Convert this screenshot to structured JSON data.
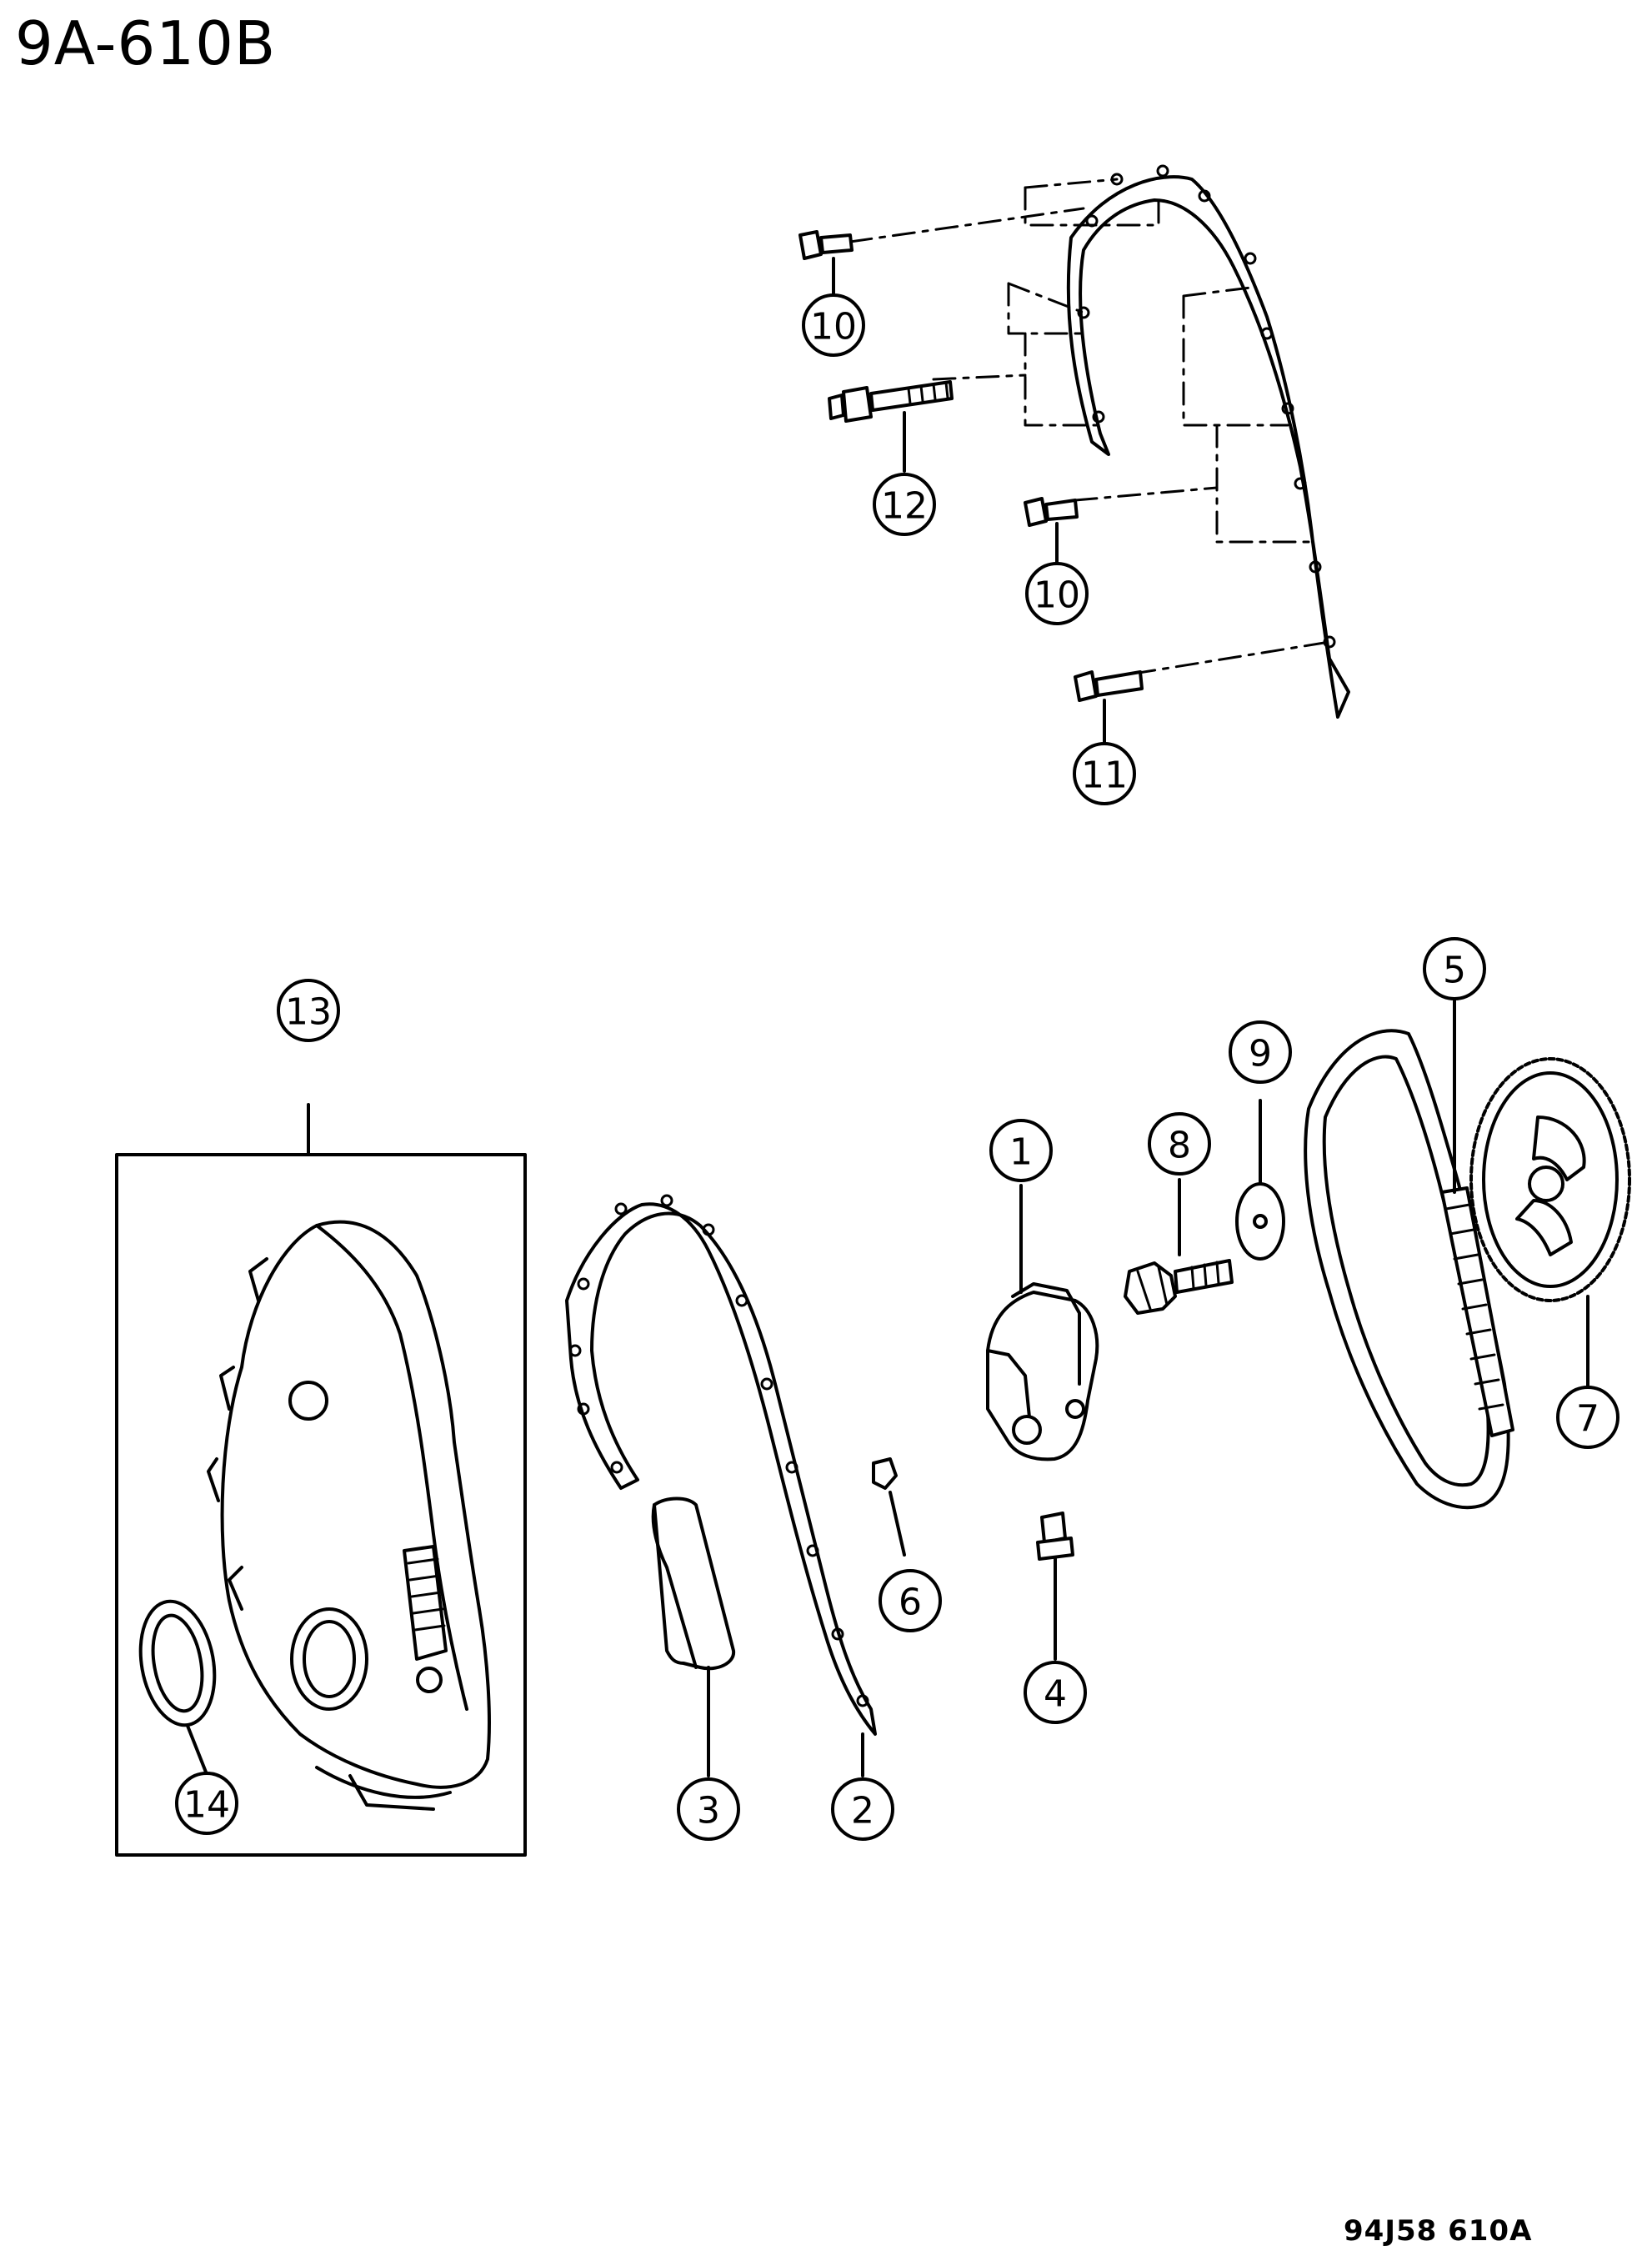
{
  "diagram": {
    "code": "9A-610B",
    "drawing_number": "94J58 610A"
  },
  "callouts": {
    "c1": "1",
    "c2": "2",
    "c3": "3",
    "c4": "4",
    "c5": "5",
    "c6": "6",
    "c7": "7",
    "c8": "8",
    "c9": "9",
    "c10a": "10",
    "c10b": "10",
    "c11": "11",
    "c12": "12",
    "c13": "13",
    "c14": "14"
  }
}
